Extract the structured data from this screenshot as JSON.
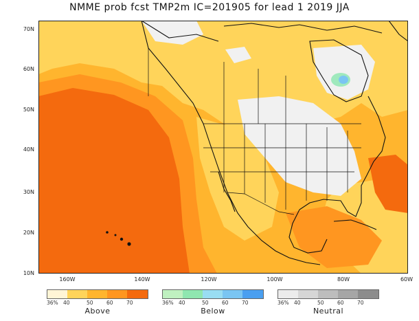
{
  "title": "NMME prob fcst TMP2m IC=201905 for lead 1 2019 JJA",
  "latitude_labels": [
    "70N",
    "60N",
    "50N",
    "40N",
    "30N",
    "20N",
    "10N"
  ],
  "longitude_labels": [
    "160W",
    "140W",
    "120W",
    "100W",
    "80W",
    "60W"
  ],
  "legends": [
    {
      "name": "Above",
      "ticks": [
        "36%",
        "40",
        "50",
        "60",
        "70"
      ],
      "colors": [
        "#fff5d6",
        "#ffd45a",
        "#ffb52e",
        "#ff9620",
        "#f46a0e"
      ]
    },
    {
      "name": "Below",
      "ticks": [
        "36%",
        "40",
        "50",
        "60",
        "70"
      ],
      "colors": [
        "#bff0c0",
        "#8fe6b0",
        "#99ddf2",
        "#7ac5f2",
        "#4a9ff0"
      ]
    },
    {
      "name": "Neutral",
      "ticks": [
        "36%",
        "40",
        "50",
        "60",
        "70"
      ],
      "colors": [
        "#ececec",
        "#d6d6d6",
        "#bdbdbd",
        "#a6a6a6",
        "#8c8c8c"
      ]
    }
  ],
  "colors": {
    "above_40_50": "#ffd45a",
    "above_50_60": "#ffb52e",
    "above_60_70": "#ff9620",
    "above_70": "#f46a0e",
    "land_outline": "#111111",
    "near_normal": "#f1f1f1"
  }
}
